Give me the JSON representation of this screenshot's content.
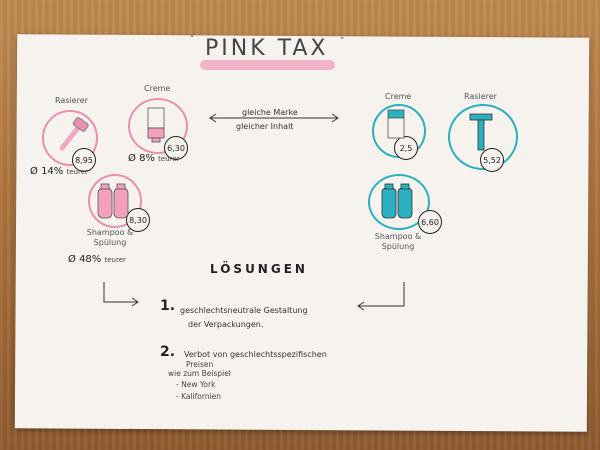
{
  "title": "PINK TAX",
  "title_quote_left": "“",
  "title_quote_right": "”",
  "colors": {
    "pink": "#e88fb2",
    "blue": "#2bb0c0",
    "paper": "#f6f3ef"
  },
  "center_note": {
    "line1": "gleiche Marke",
    "line2": "gleicher Inhalt"
  },
  "pink_products": [
    {
      "label": "Rasierer",
      "price": "8,95",
      "icon": "razor-icon"
    },
    {
      "label": "Creme",
      "price": "6,30",
      "icon": "cream-tube-icon"
    },
    {
      "label": "Shampoo & Spülung",
      "price": "8,30",
      "icon": "shampoo-bottles-icon"
    }
  ],
  "blue_products": [
    {
      "label": "Creme",
      "price": "2,5",
      "icon": "cream-tube-icon"
    },
    {
      "label": "Rasierer",
      "price": "5,52",
      "icon": "razor-icon"
    },
    {
      "label": "Shampoo & Spülung",
      "price": "6,60",
      "icon": "shampoo-bottles-icon"
    }
  ],
  "averages": [
    {
      "symbol": "Ø",
      "value": "14%",
      "suffix": "teurer"
    },
    {
      "symbol": "Ø",
      "value": "8%",
      "suffix": "teurer"
    },
    {
      "symbol": "Ø",
      "value": "48%",
      "suffix": "teurer"
    }
  ],
  "solutions": {
    "heading": "LÖSUNGEN",
    "items": [
      {
        "num": "1.",
        "line1": "geschlechtsneutrale Gestaltung",
        "line2": "der Verpackungen."
      },
      {
        "num": "2.",
        "line1": "Verbot von geschlechtsspezifischen",
        "line2": "Preisen"
      }
    ],
    "example_intro": "wie zum Beispiel",
    "examples": [
      "- New York",
      "- Kalifornien"
    ]
  }
}
